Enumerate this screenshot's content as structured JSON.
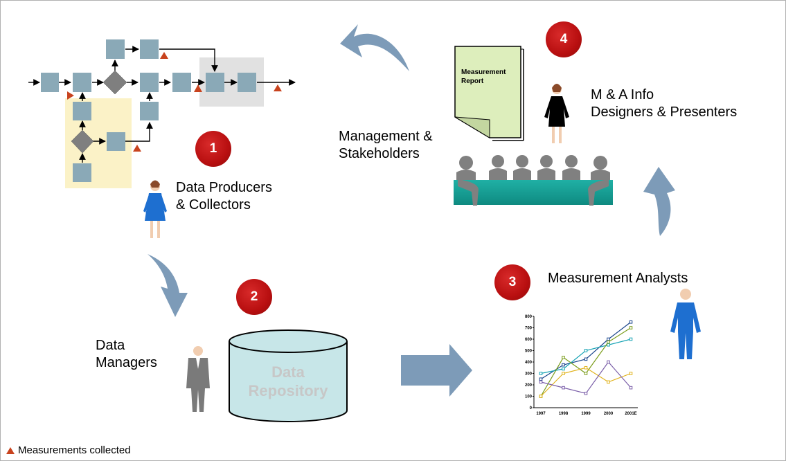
{
  "labels": {
    "data_producers": "Data Producers\n& Collectors",
    "data_managers": "Data\nManagers",
    "data_repository": "Data\nRepository",
    "measurement_analysts": "Measurement Analysts",
    "management_stakeholders": "Management &\nStakeholders",
    "info_designers": "M & A Info\nDesigners & Presenters",
    "measurement_report": "Measurement\nReport"
  },
  "steps": [
    "1",
    "2",
    "3",
    "4"
  ],
  "legend": {
    "text": "Measurements collected"
  },
  "colors": {
    "process_box": "#8aa9b7",
    "decision": "#7f7f7f",
    "highlight_yellow": "#fbf2c7",
    "highlight_gray": "#e1e1e1",
    "triangle": "#c8431e",
    "arrow": "#7d9bb8",
    "step_circle": "#b80f10",
    "table": "#139a90",
    "report": "#ddeebc",
    "repository": "#c7e6e8"
  },
  "icons": [
    "woman-figure-icon",
    "man-figure-icon",
    "analyst-figure-icon",
    "presenter-figure-icon",
    "database-cylinder-icon",
    "meeting-table-icon",
    "report-document-icon"
  ],
  "chart_data": {
    "type": "line",
    "categories": [
      "1997",
      "1998",
      "1999",
      "2000",
      "2001E"
    ],
    "series": [
      {
        "color": "#17428a",
        "values": [
          250,
          375,
          425,
          600,
          750
        ]
      },
      {
        "color": "#16a3b4",
        "values": [
          300,
          340,
          500,
          550,
          600
        ]
      },
      {
        "color": "#7a9c1a",
        "values": [
          100,
          440,
          300,
          575,
          700
        ]
      },
      {
        "color": "#e0b21a",
        "values": [
          100,
          300,
          350,
          225,
          300
        ]
      },
      {
        "color": "#7a5ea8",
        "values": [
          225,
          175,
          125,
          400,
          175
        ]
      }
    ],
    "ylim": [
      0,
      800
    ],
    "yticks": [
      "0",
      "100",
      "200",
      "300",
      "400",
      "500",
      "600",
      "700",
      "800"
    ],
    "grid": false
  }
}
